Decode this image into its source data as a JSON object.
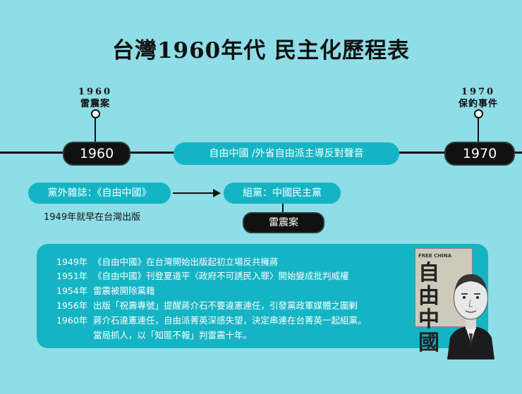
{
  "title": "台灣1960年代  民主化歷程表",
  "events": {
    "left": {
      "year": "1960",
      "name": "雷震案"
    },
    "right": {
      "year": "1970",
      "name": "保釣事件"
    }
  },
  "timeline": {
    "start_label": "1960",
    "end_label": "1970",
    "banner": "自由中國 /外省自由派主導反對聲音"
  },
  "flow": {
    "magazine_box": "黨外雜誌：《自由中國》",
    "magazine_note": "1949年就早在台灣出版",
    "party_box": "組黨：中國民主黨",
    "case_box": "雷震案"
  },
  "info": [
    {
      "year": "1949年",
      "text": "《自由中國》在台灣開始出版起初立場反共擁蔣"
    },
    {
      "year": "1951年",
      "text": "《自由中國》刊登夏道平〈政府不可誘民入罪〉開始變成批判威權"
    },
    {
      "year": "1954年",
      "text": "雷震被開除黨籍"
    },
    {
      "year": "1956年",
      "text": "出版「祝壽專號」提醒蔣介石不要違憲連任，引發黨政軍媒體之圍剿"
    },
    {
      "year": "1960年",
      "text": "蔣介石違憲連任，自由派菁英深感失望，決定串連在台菁英一起組黨。"
    },
    {
      "year": "",
      "text": "當局抓人，以「知匪不報」判雷震十年。"
    }
  ],
  "cover": {
    "header": "FREE CHINA",
    "title": "自由中國"
  },
  "colors": {
    "background": "#8fdde6",
    "teal": "#14b4c4",
    "dark": "#111111"
  }
}
